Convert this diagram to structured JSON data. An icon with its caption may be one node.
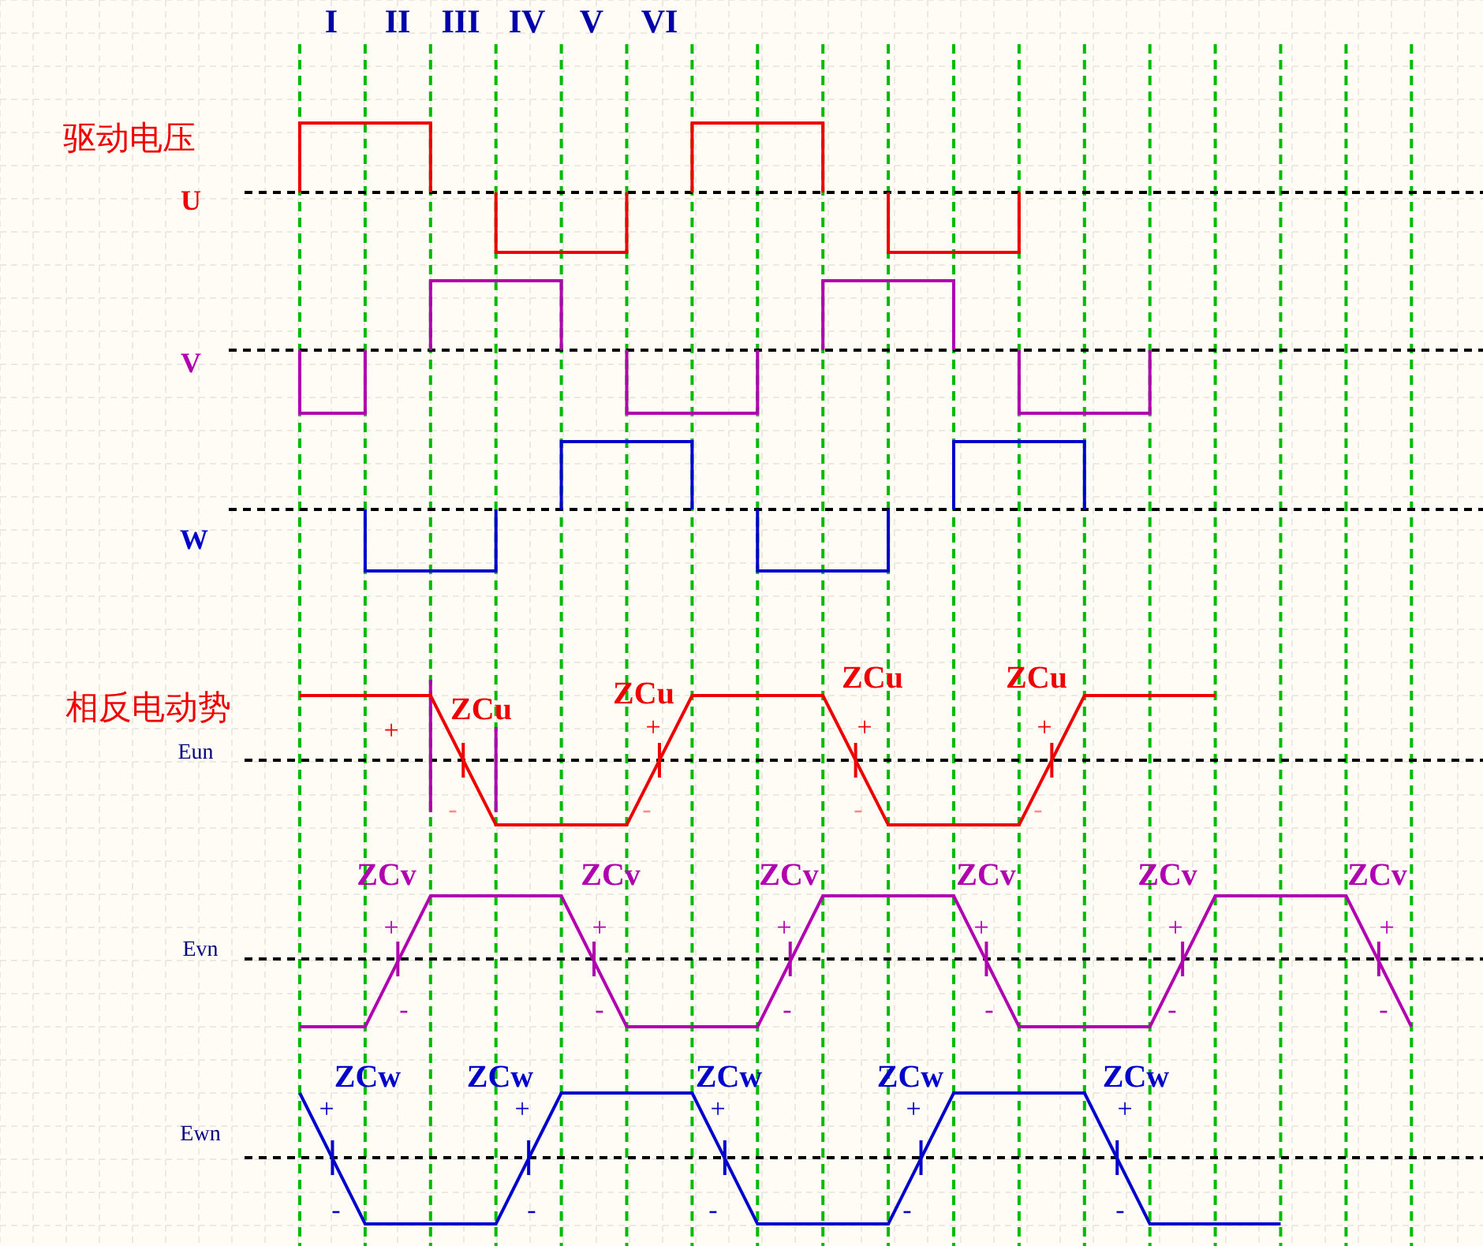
{
  "diagram": {
    "labels": [
      "I",
      "II",
      "III",
      "IV",
      "V",
      "VI",
      "驱动电压",
      "U",
      "V",
      "W",
      "相反电动势",
      "Eun",
      "ZCu",
      "ZCu",
      "ZCu",
      "ZCu",
      "+",
      "+",
      "+",
      "+",
      "-",
      "-",
      "-",
      "-",
      "Evn",
      "ZCv",
      "ZCv",
      "ZCv",
      "ZCv",
      "ZCv",
      "ZCv",
      "+",
      "+",
      "+",
      "+",
      "+",
      "+",
      "-",
      "-",
      "-",
      "-",
      "-",
      "-",
      "Ewn",
      "ZCw",
      "ZCw",
      "ZCw",
      "ZCw",
      "ZCw",
      "+",
      "+",
      "+",
      "+",
      "+",
      "-",
      "-",
      "-",
      "-",
      "-"
    ]
  }
}
